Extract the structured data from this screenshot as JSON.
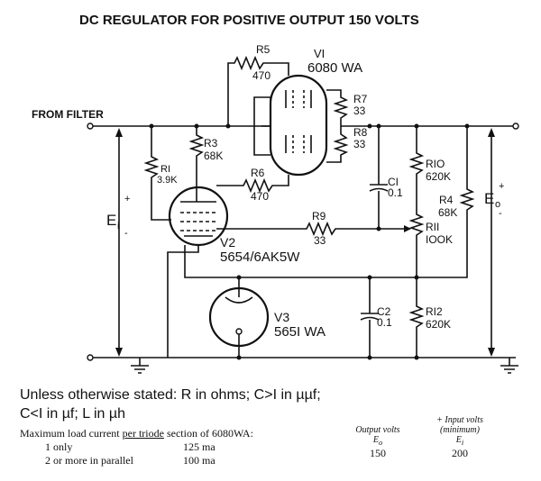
{
  "title": "DC REGULATOR FOR POSITIVE OUTPUT 150 VOLTS",
  "from_filter": "FROM FILTER",
  "components": {
    "R5": {
      "ref": "R5",
      "value": "470"
    },
    "V1": {
      "ref": "VI",
      "value": "6080 WA"
    },
    "R7": {
      "ref": "R7",
      "value": "33"
    },
    "R8": {
      "ref": "R8",
      "value": "33"
    },
    "R3": {
      "ref": "R3",
      "value": "68K"
    },
    "R1": {
      "ref": "RI",
      "value": "3.9K"
    },
    "R6": {
      "ref": "R6",
      "value": "470"
    },
    "C1": {
      "ref": "CI",
      "value": "0.1"
    },
    "R10": {
      "ref": "RIO",
      "value": "620K"
    },
    "R4": {
      "ref": "R4",
      "value": "68K"
    },
    "R9": {
      "ref": "R9",
      "value": "33"
    },
    "R11": {
      "ref": "RII",
      "value": "IOOK"
    },
    "V2": {
      "ref": "V2",
      "value": "5654/6AK5W"
    },
    "C2": {
      "ref": "C2",
      "value": "0.1"
    },
    "R12": {
      "ref": "RI2",
      "value": "620K"
    },
    "V3": {
      "ref": "V3",
      "value": "565I WA"
    }
  },
  "voltages": {
    "ei": "E",
    "ei_sub": "i",
    "eo": "E",
    "eo_sub": "o",
    "plus": "+",
    "minus": "-"
  },
  "notes": {
    "line1": "Unless otherwise stated: R in ohms; C>I in µµf;",
    "line2": "C<I in µf; L in µh"
  },
  "load_current": {
    "heading_pre": "Maximum load current ",
    "heading_ul": "per triode",
    "heading_post": " section of 6080WA:",
    "rows": [
      {
        "label": "1 only",
        "value": "125 ma"
      },
      {
        "label": "2 or more in parallel",
        "value": "100 ma"
      }
    ]
  },
  "table": {
    "output_header": "Output volts",
    "output_sub": "E",
    "output_sub_i": "o",
    "input_header1": "+ Input volts",
    "input_header2": "(minimum)",
    "input_sub": "E",
    "input_sub_i": "i",
    "output_value": "150",
    "input_value": "200"
  }
}
